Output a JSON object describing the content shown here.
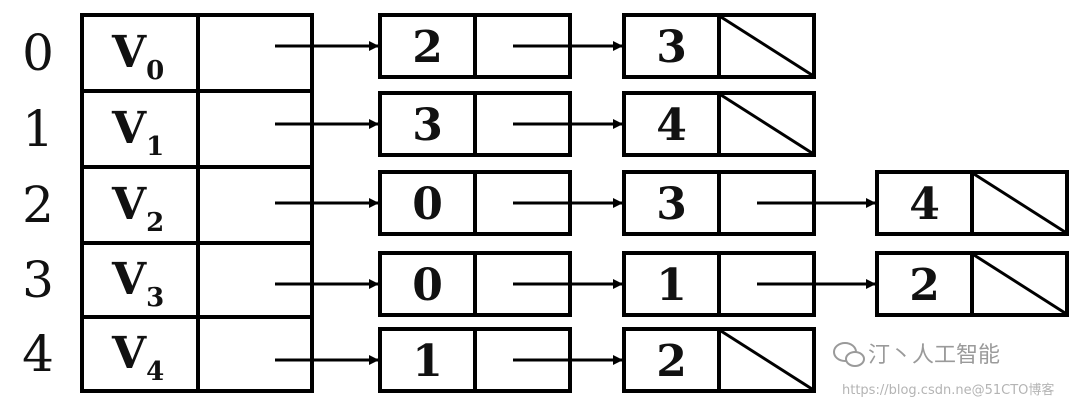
{
  "rows": [
    {
      "index": "0",
      "vertex": "V",
      "sub": "0",
      "adj": [
        "2",
        "3"
      ]
    },
    {
      "index": "1",
      "vertex": "V",
      "sub": "1",
      "adj": [
        "3",
        "4"
      ]
    },
    {
      "index": "2",
      "vertex": "V",
      "sub": "2",
      "adj": [
        "0",
        "3",
        "4"
      ]
    },
    {
      "index": "3",
      "vertex": "V",
      "sub": "3",
      "adj": [
        "0",
        "1",
        "2"
      ]
    },
    {
      "index": "4",
      "vertex": "V",
      "sub": "4",
      "adj": [
        "1",
        "2"
      ]
    }
  ],
  "watermark": {
    "text": "汀丶人工智能",
    "url": "https://blog.csdn.ne@51CTO博客"
  }
}
